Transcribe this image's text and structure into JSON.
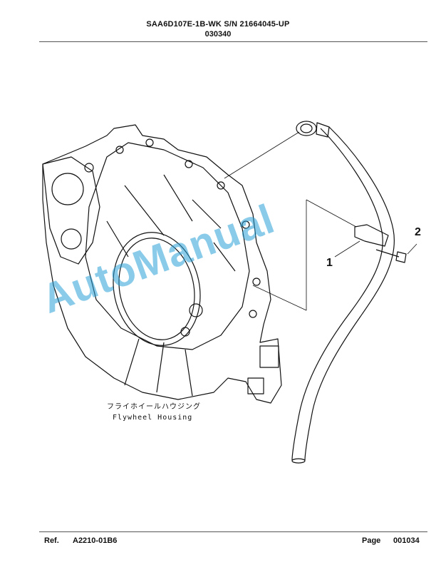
{
  "header": {
    "model_line": "SAA6D107E-1B-WK S/N 21664045-UP",
    "code": "030340"
  },
  "drawing": {
    "callouts": [
      "1",
      "2"
    ],
    "caption_jp": "フライホイールハウジング",
    "caption_en": "Flywheel Housing"
  },
  "watermark": "AutoManual",
  "footer": {
    "ref_label": "Ref.",
    "ref_value": "A2210-01B6",
    "page_label": "Page",
    "page_value": "001034"
  },
  "colors": {
    "watermark": "#28a0d7",
    "line": "#111111"
  }
}
